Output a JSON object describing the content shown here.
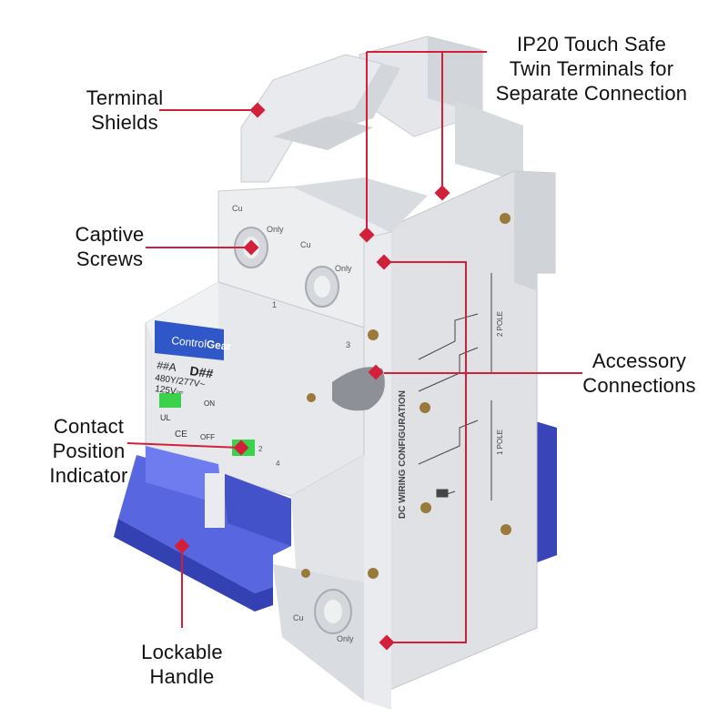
{
  "callouts": {
    "terminal_shields": [
      "Terminal",
      "Shields"
    ],
    "ip20": [
      "IP20 Touch Safe",
      "Twin Terminals for",
      "Separate Connection"
    ],
    "captive_screws": [
      "Captive",
      "Screws"
    ],
    "accessory_connections": [
      "Accessory",
      "Connections"
    ],
    "contact_position_indicator": [
      "Contact",
      "Position",
      "Indicator"
    ],
    "lockable_handle": [
      "Lockable",
      "Handle"
    ]
  },
  "device": {
    "brand_prefix": "Control",
    "brand_suffix": "Gear",
    "current_rating": "##A",
    "curve": "D##",
    "voltage_ac": "480Y/277V~",
    "voltage_dc": "125V⎓",
    "switch_on": "ON",
    "switch_off": "OFF",
    "cert_mark": "UL",
    "ce_mark": "CE",
    "terminal_material": "Cu",
    "terminal_only": "Only",
    "terminal_numbers": [
      "1",
      "3",
      "2",
      "4"
    ],
    "side_label": "DC WIRING CONFIGURATION",
    "pole_2_label": "2 POLE",
    "pole_1_label": "1 POLE"
  },
  "colors": {
    "accent": "#d3203a",
    "handle_blue": "#3f4bd0",
    "body_grey": "#dcdee1",
    "indicator_green": "#3ad24a",
    "brand_blue": "#2f57c8"
  }
}
